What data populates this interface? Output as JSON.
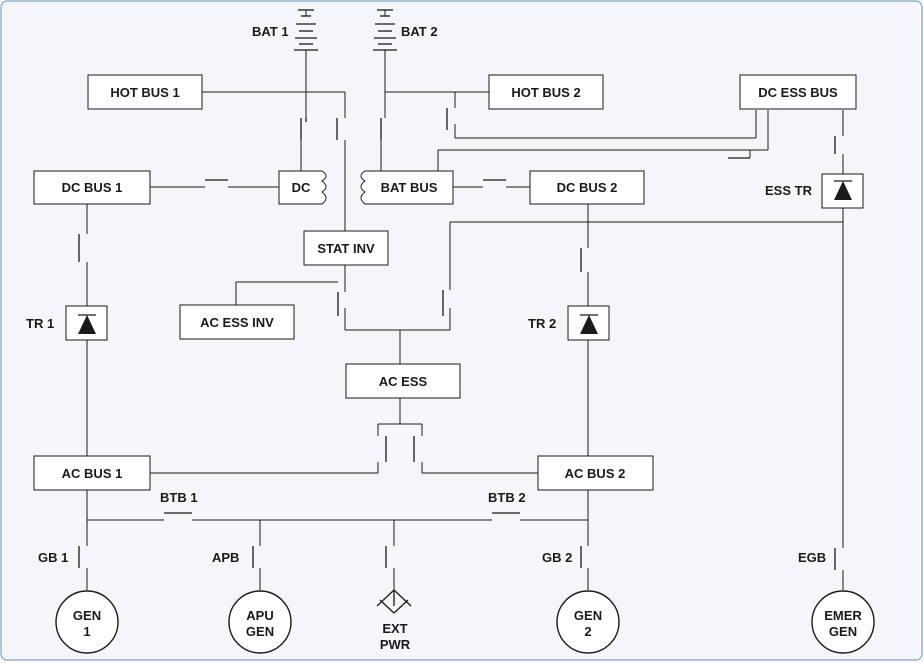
{
  "buses": {
    "hot_bus_1": "HOT BUS 1",
    "hot_bus_2": "HOT BUS 2",
    "dc_ess_bus": "DC ESS BUS",
    "dc_bus_1": "DC BUS 1",
    "dc_bus_2": "DC BUS 2",
    "dc": "DC",
    "bat_bus": "BAT BUS",
    "stat_inv": "STAT INV",
    "ac_ess_inv": "AC ESS INV",
    "ac_ess": "AC ESS",
    "ac_bus_1": "AC BUS 1",
    "ac_bus_2": "AC BUS 2"
  },
  "batteries": {
    "bat_1": "BAT 1",
    "bat_2": "BAT 2"
  },
  "rectifiers": {
    "tr_1": "TR 1",
    "tr_2": "TR 2",
    "ess_tr": "ESS TR"
  },
  "breakers": {
    "btb_1": "BTB 1",
    "btb_2": "BTB 2",
    "gb_1": "GB 1",
    "apb": "APB",
    "gb_2": "GB 2",
    "egb": "EGB"
  },
  "sources": {
    "gen_1": [
      "GEN",
      "1"
    ],
    "apu_gen": [
      "APU",
      "GEN"
    ],
    "ext_pwr": [
      "EXT",
      "PWR"
    ],
    "gen_2": [
      "GEN",
      "2"
    ],
    "emer_gen": [
      "EMER",
      "GEN"
    ]
  }
}
